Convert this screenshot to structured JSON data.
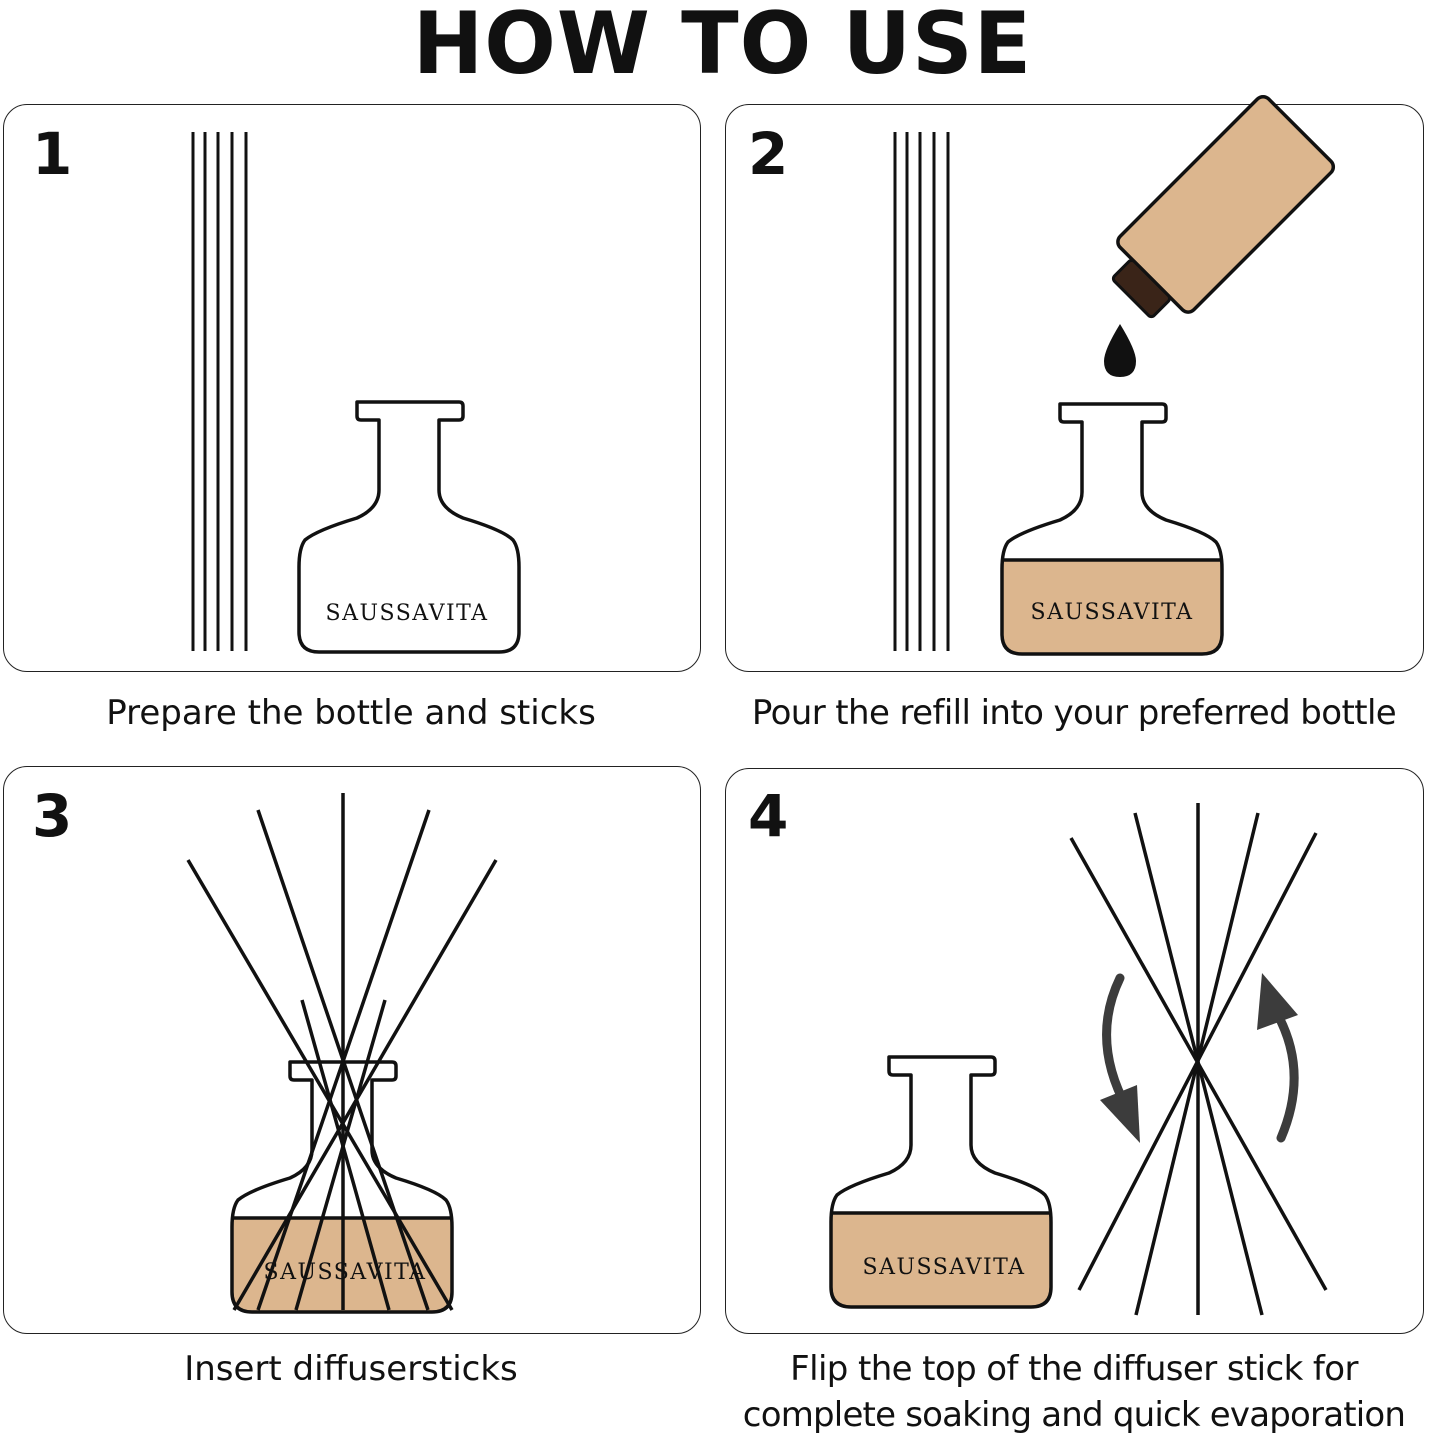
{
  "page": {
    "title": "HOW TO USE"
  },
  "colors": {
    "refill": "#dcb68e",
    "ink": "#111111",
    "cap": "#3a2418",
    "arrow": "#3c3c3c"
  },
  "brand": "SAUSSAVITA",
  "steps": [
    {
      "number": "1",
      "caption": "Prepare the bottle and sticks"
    },
    {
      "number": "2",
      "caption": "Pour the refill into your preferred bottle"
    },
    {
      "number": "3",
      "caption": "Insert diffusersticks"
    },
    {
      "number": "4",
      "caption_line1": "Flip the top of the diffuser stick for",
      "caption_line2": "complete soaking and quick evaporation"
    }
  ],
  "icons": [
    "reed-sticks-icon",
    "diffuser-bottle-icon",
    "refill-bottle-icon",
    "drop-icon",
    "flip-arrow-down-icon",
    "flip-arrow-up-icon"
  ]
}
